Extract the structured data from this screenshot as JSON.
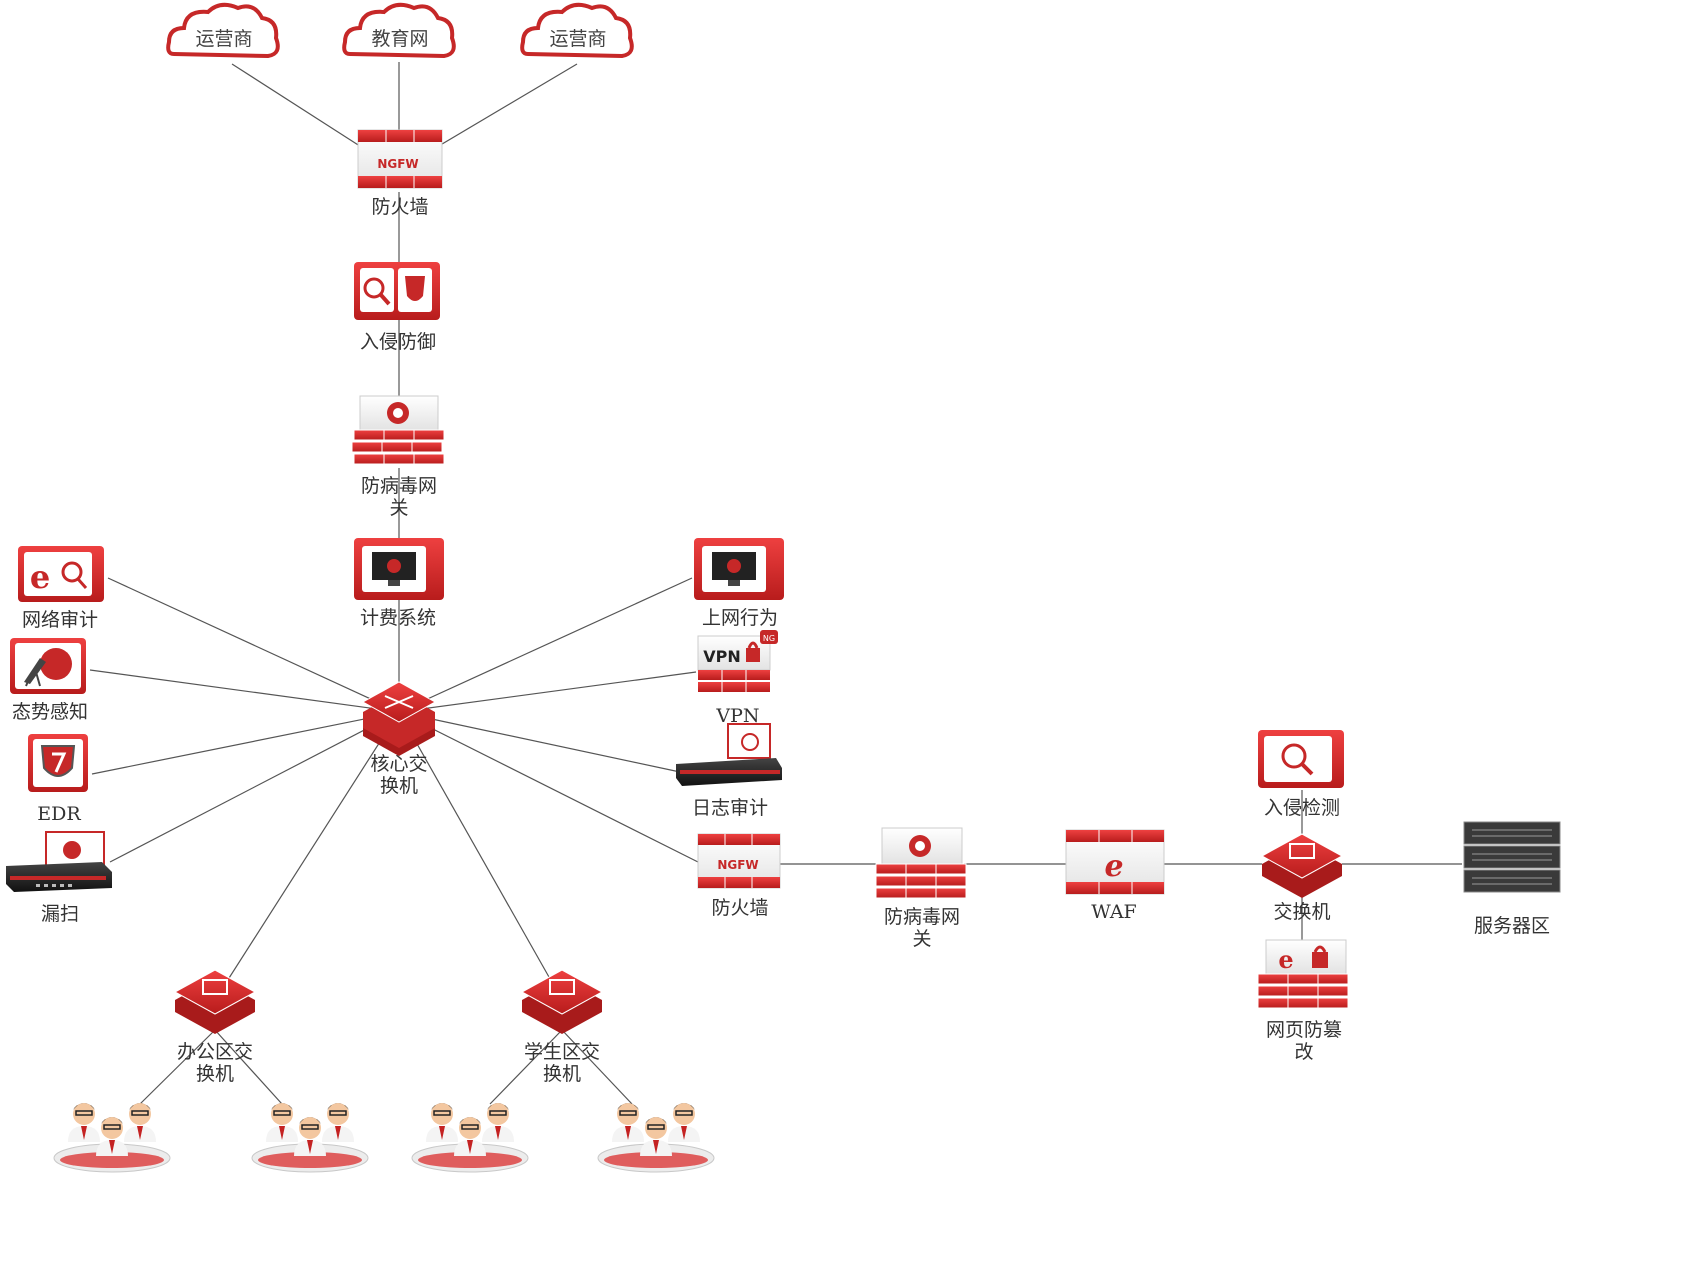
{
  "clouds": {
    "isp1": "运营商",
    "edu": "教育网",
    "isp2": "运营商"
  },
  "nodes": {
    "firewall_top": "防火墙",
    "ips": "入侵防御",
    "av_gateway_top_l1": "防病毒网",
    "av_gateway_top_l2": "关",
    "billing": "计费系统",
    "core_switch_l1": "核心交",
    "core_switch_l2": "换机",
    "net_audit": "网络审计",
    "situation": "态势感知",
    "edr": "EDR",
    "vuln_scan": "漏扫",
    "behavior": "上网行为",
    "vpn": "VPN",
    "log_audit": "日志审计",
    "firewall_dmz": "防火墙",
    "av_gateway_dmz_l1": "防病毒网",
    "av_gateway_dmz_l2": "关",
    "waf": "WAF",
    "ids": "入侵检测",
    "switch_dmz": "交换机",
    "server_zone": "服务器区",
    "web_tamper_l1": "网页防篡",
    "web_tamper_l2": "改",
    "office_switch_l1": "办公区交",
    "office_switch_l2": "换机",
    "student_switch_l1": "学生区交",
    "student_switch_l2": "换机"
  },
  "device_text": {
    "ngfw": "NGFW",
    "vpn_badge": "VPN",
    "ng": "NG",
    "waf_e": "e"
  },
  "colors": {
    "red": "#d42a2a",
    "dark_red": "#a01818",
    "line": "#555555"
  }
}
